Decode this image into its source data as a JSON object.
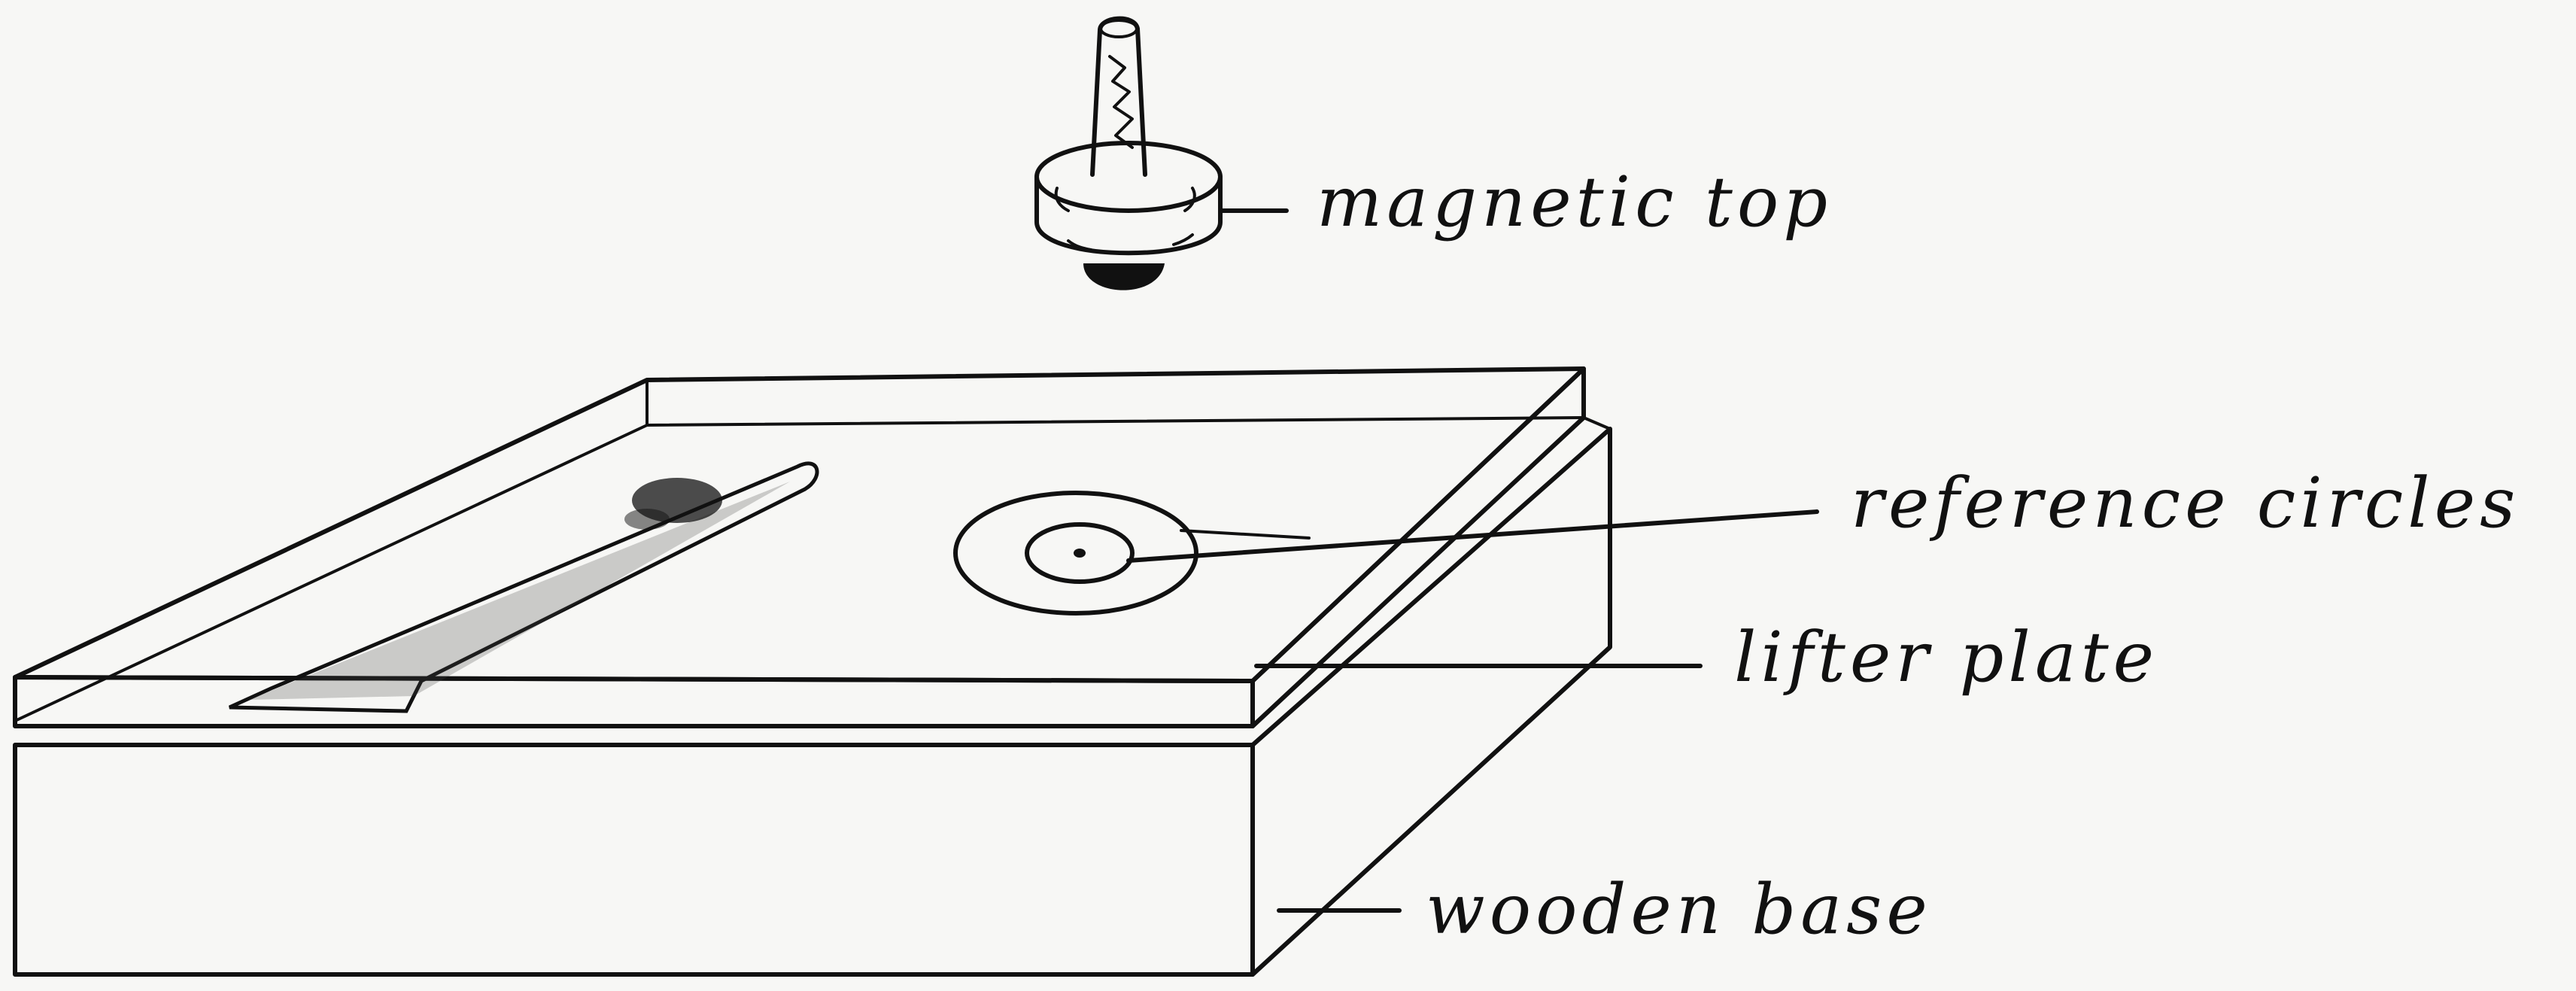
{
  "labels": {
    "magnetic_top": "magnetic top",
    "reference_circles": "reference circles",
    "lifter_plate": "lifter plate",
    "wooden_base": "wooden base"
  },
  "colors": {
    "ink": "#111111",
    "paper": "#f7f7f5",
    "stipple": "#444444"
  }
}
